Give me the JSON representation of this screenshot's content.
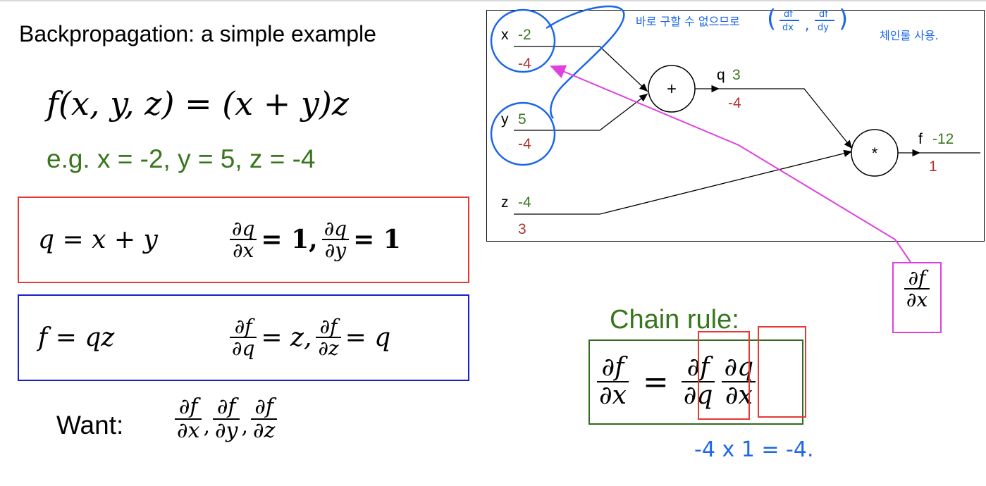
{
  "title": "Backpropagation: a simple example",
  "function_eq": "f(x, y, z) = (x + y)z",
  "example": "e.g. x = -2, y = 5, z = -4",
  "q_box": {
    "eq": "q = x + y",
    "d1_num": "∂q",
    "d1_den": "∂x",
    "d1_val": "= 1,",
    "d2_num": "∂q",
    "d2_den": "∂y",
    "d2_val": "= 1"
  },
  "f_box": {
    "eq": "f = qz",
    "d1_num": "∂f",
    "d1_den": "∂q",
    "d1_val": "= z,",
    "d2_num": "∂f",
    "d2_den": "∂z",
    "d2_val": "= q"
  },
  "want": {
    "label": "Want:",
    "fracs": [
      {
        "num": "∂f",
        "den": "∂x",
        "sep": ","
      },
      {
        "num": "∂f",
        "den": "∂y",
        "sep": ","
      },
      {
        "num": "∂f",
        "den": "∂z",
        "sep": ""
      }
    ]
  },
  "graph": {
    "x_label": "x",
    "x_value": "-2",
    "x_grad": "-4",
    "y_label": "y",
    "y_value": "5",
    "y_grad": "-4",
    "z_label": "z",
    "z_value": "-4",
    "z_grad": "3",
    "plus_node": "+",
    "q_label": "q",
    "q_value": "3",
    "q_grad": "-4",
    "mult_node": "*",
    "f_label": "f",
    "f_value": "-12",
    "f_grad": "1",
    "value_color": "#38761d",
    "grad_color": "#b03030"
  },
  "handwritten_note": "바로 구할 수 없으므로 (df/dx, df/dy) 체인룰 사용.",
  "handwritten_note_parts": {
    "text": "바로 구할 수 없으므로",
    "frac1_num": "df",
    "frac1_den": "dx",
    "comma": ",",
    "frac2_num": "df",
    "frac2_den": "dy",
    "tail": "체인룰 사용."
  },
  "handwritten_calc": "-4 x 1 = -4.",
  "magenta_target": {
    "num": "∂f",
    "den": "∂x"
  },
  "chain_rule": {
    "label": "Chain rule:",
    "lhs_num": "∂f",
    "lhs_den": "∂x",
    "eq": "=",
    "t1_num": "∂f",
    "t1_den": "∂q",
    "t2_num": "∂q",
    "t2_den": "∂x"
  },
  "colors": {
    "example_green": "#38761d",
    "red_box": "#e53935",
    "blue_box": "#1a1fc8",
    "pen_blue": "#1c66e8",
    "magenta": "#e040e0",
    "chain_green": "#2e6b1e"
  }
}
